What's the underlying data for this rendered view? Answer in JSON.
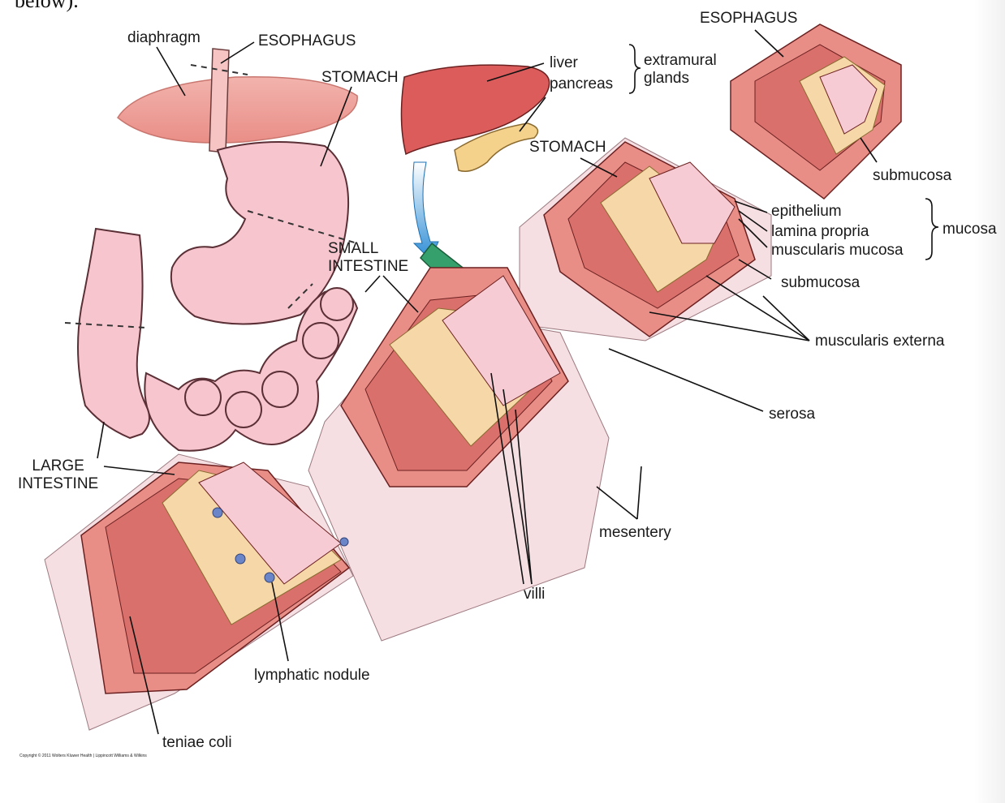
{
  "top_cut_text": "below).",
  "labels": {
    "diaphragm": "diaphragm",
    "esophagus_left": "ESOPHAGUS",
    "stomach_left": "STOMACH",
    "liver": "liver",
    "pancreas": "pancreas",
    "extramural_glands": "extramural\nglands",
    "esophagus_right": "ESOPHAGUS",
    "stomach_mid": "STOMACH",
    "submucosa_top": "submucosa",
    "epithelium": "epithelium",
    "lamina_propria": "lamina propria",
    "muscularis_mucosa": "muscularis mucosa",
    "mucosa": "mucosa",
    "submucosa_mid": "submucosa",
    "small_intestine": "SMALL\nINTESTINE",
    "muscularis_externa": "muscularis externa",
    "serosa": "serosa",
    "large_intestine": "LARGE\nINTESTINE",
    "mesentery": "mesentery",
    "villi": "villi",
    "lymphatic_nodule": "lymphatic nodule",
    "teniae_coli": "teniae coli"
  },
  "copyright": "Copyright © 2011 Wolters Kluwer Health | Lippincott Williams & Wilkins"
}
